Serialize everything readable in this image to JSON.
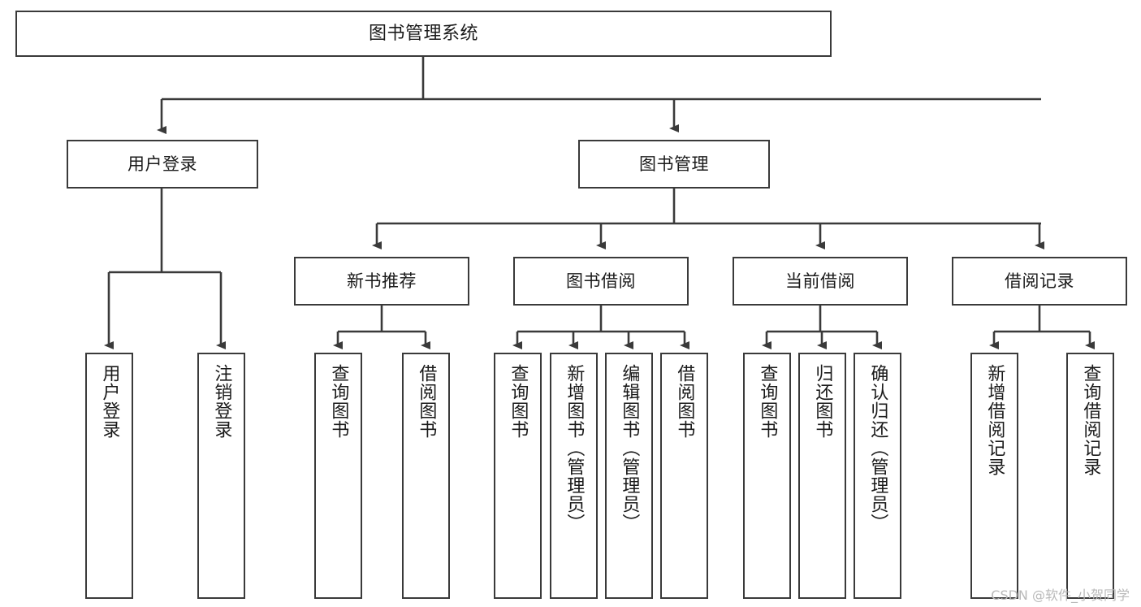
{
  "diagram": {
    "title": "图书管理系统",
    "type": "tree",
    "line_color": "#3a3a3a",
    "box_fill": "#ffffff",
    "text_color": "#1a1a1a",
    "watermark": "CSDN @软件_小贺同学"
  },
  "nodes": {
    "root": {
      "label": "图书管理系统"
    },
    "level2": [
      {
        "id": "user-login",
        "label": "用户登录"
      },
      {
        "id": "book-manage",
        "label": "图书管理"
      }
    ],
    "level3": [
      {
        "id": "new-book-rec",
        "label": "新书推荐"
      },
      {
        "id": "book-borrow",
        "label": "图书借阅"
      },
      {
        "id": "current-borrow",
        "label": "当前借阅"
      },
      {
        "id": "borrow-record",
        "label": "借阅记录"
      }
    ],
    "leaves": {
      "user_login": [
        {
          "id": "leaf-user-login",
          "label": "用户登录"
        },
        {
          "id": "leaf-logout",
          "label": "注销登录"
        }
      ],
      "new_book_rec": [
        {
          "id": "leaf-query-book-1",
          "label": "查询图书"
        },
        {
          "id": "leaf-borrow-book-1",
          "label": "借阅图书"
        }
      ],
      "book_borrow": [
        {
          "id": "leaf-query-book-2",
          "label": "查询图书"
        },
        {
          "id": "leaf-add-book",
          "label": "新增图书（管理员）"
        },
        {
          "id": "leaf-edit-book",
          "label": "编辑图书（管理员）"
        },
        {
          "id": "leaf-borrow-book-2",
          "label": "借阅图书"
        }
      ],
      "current_borrow": [
        {
          "id": "leaf-query-book-3",
          "label": "查询图书"
        },
        {
          "id": "leaf-return-book",
          "label": "归还图书"
        },
        {
          "id": "leaf-confirm-return",
          "label": "确认归还（管理员）"
        }
      ],
      "borrow_record": [
        {
          "id": "leaf-add-record",
          "label": "新增借阅记录"
        },
        {
          "id": "leaf-query-record",
          "label": "查询借阅记录"
        }
      ]
    }
  }
}
